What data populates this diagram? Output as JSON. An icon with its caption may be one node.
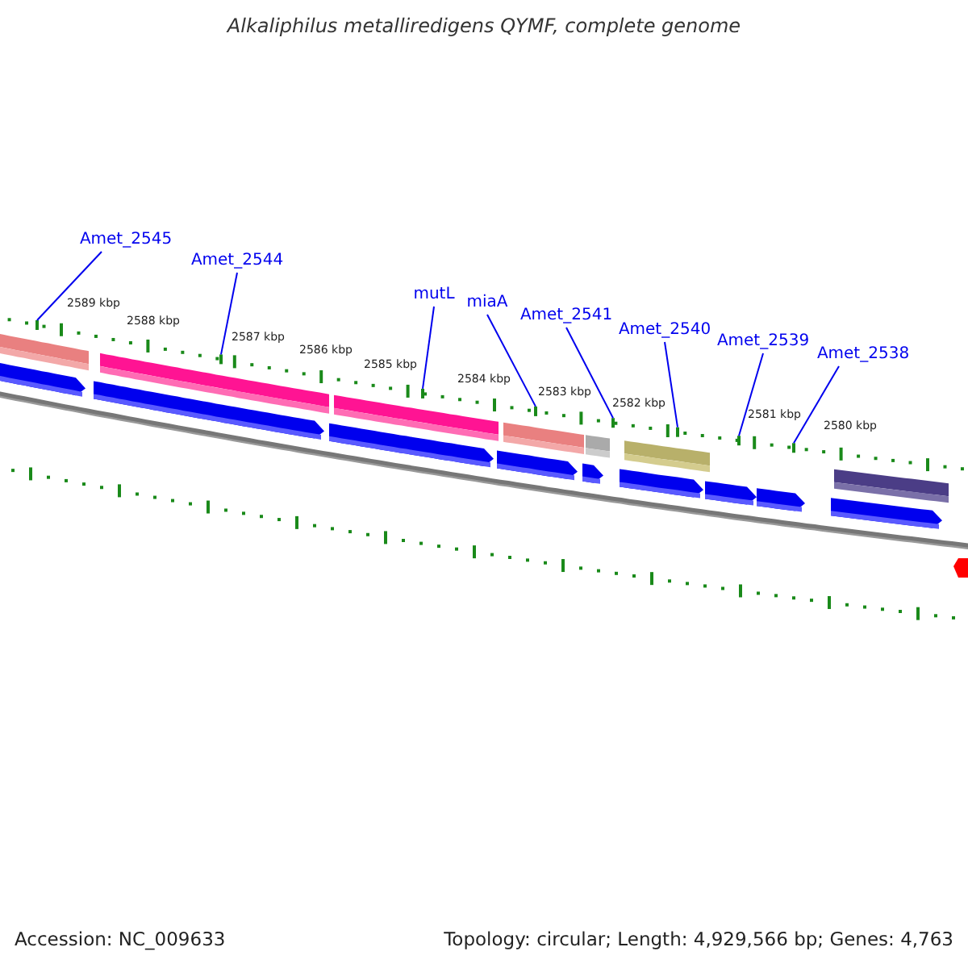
{
  "diagram": {
    "title": "Alkaliphilus metalliredigens QYMF, complete genome",
    "nodes": [
      {
        "text": [
          "Amet_2545"
        ]
      },
      {
        "text": [
          "Amet_2544"
        ]
      },
      {
        "text": [
          "mutL"
        ]
      },
      {
        "text": [
          "miaA"
        ]
      },
      {
        "text": [
          "Amet_2541"
        ]
      },
      {
        "text": [
          "Amet_2540"
        ]
      },
      {
        "text": [
          "Amet_2539"
        ]
      },
      {
        "text": [
          "Amet_2538"
        ]
      },
      {
        "text": [],
        "shape": "tick"
      },
      {
        "text": [],
        "shape": "tick"
      },
      {
        "text": [],
        "shape": "tick"
      },
      {
        "text": [],
        "shape": "tick"
      },
      {
        "text": [],
        "shape": "tick"
      },
      {
        "text": [],
        "shape": "tick"
      },
      {
        "text": [],
        "shape": "tick"
      },
      {
        "text": [],
        "shape": "tick"
      }
    ],
    "edges": [
      {
        "from": 0,
        "to": 8,
        "arrow": "none"
      },
      {
        "from": 1,
        "to": 9,
        "arrow": "none"
      },
      {
        "from": 2,
        "to": 10,
        "arrow": "none"
      },
      {
        "from": 3,
        "to": 11,
        "arrow": "none"
      },
      {
        "from": 4,
        "to": 12,
        "arrow": "none"
      },
      {
        "from": 5,
        "to": 13,
        "arrow": "none"
      },
      {
        "from": 6,
        "to": 14,
        "arrow": "none"
      },
      {
        "from": 7,
        "to": 15,
        "arrow": "none"
      }
    ],
    "labels": [
      "2589 kbp",
      "2588 kbp",
      "2587 kbp",
      "2586 kbp",
      "2585 kbp",
      "2584 kbp",
      "2583 kbp",
      "2582 kbp",
      "2581 kbp",
      "2580 kbp",
      "Accession: NC_009633",
      "Topology: circular; Length: 4,929,566 bp; Genes: 4,763"
    ]
  }
}
